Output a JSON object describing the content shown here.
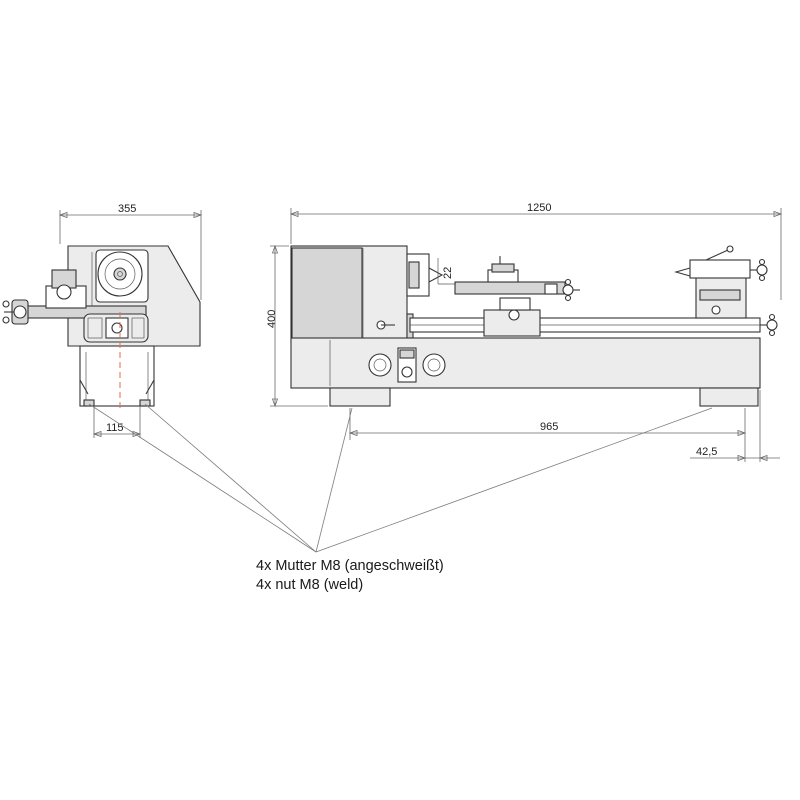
{
  "dimensions": {
    "front_width": "355",
    "overall_length": "1250",
    "height": "400",
    "foot_spacing": "115",
    "foot_distance": "965",
    "end_offset": "42,5",
    "cross_slide_mark": "22"
  },
  "notes": {
    "line1": "4x Mutter M8 (angeschweißt)",
    "line2": "4x nut M8 (weld)"
  }
}
